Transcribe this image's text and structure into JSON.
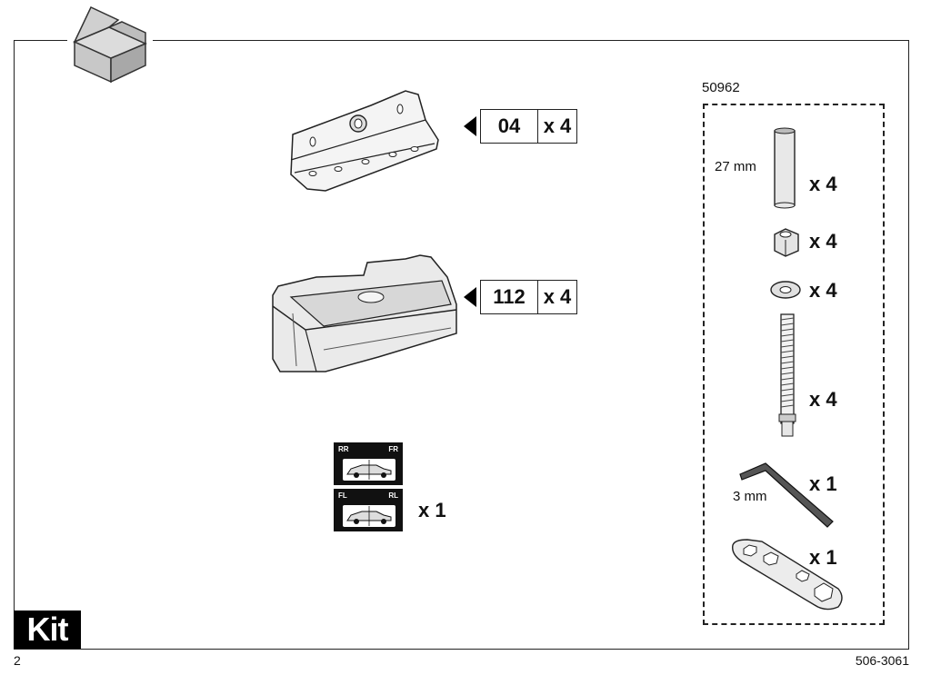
{
  "kit_label": "Kit",
  "page_number": "2",
  "document_number": "506-3061",
  "parts": [
    {
      "code": "04",
      "qty": "x 4",
      "icon": "bracket-icon"
    },
    {
      "code": "112",
      "qty": "x 4",
      "icon": "foot-pad-icon"
    }
  ],
  "sticker": {
    "qty": "x 1",
    "labels": [
      "RR",
      "FR",
      "FL",
      "RL"
    ]
  },
  "hardware_kit": {
    "code": "50962",
    "items": [
      {
        "name": "spacer",
        "label": "27 mm",
        "qty": "x 4"
      },
      {
        "name": "nut",
        "label": "",
        "qty": "x 4"
      },
      {
        "name": "washer",
        "label": "",
        "qty": "x 4"
      },
      {
        "name": "threaded-rod",
        "label": "",
        "qty": "x 4"
      },
      {
        "name": "hex-key",
        "label": "3 mm",
        "qty": "x 1"
      },
      {
        "name": "wrench",
        "label": "",
        "qty": "x 1"
      }
    ]
  }
}
